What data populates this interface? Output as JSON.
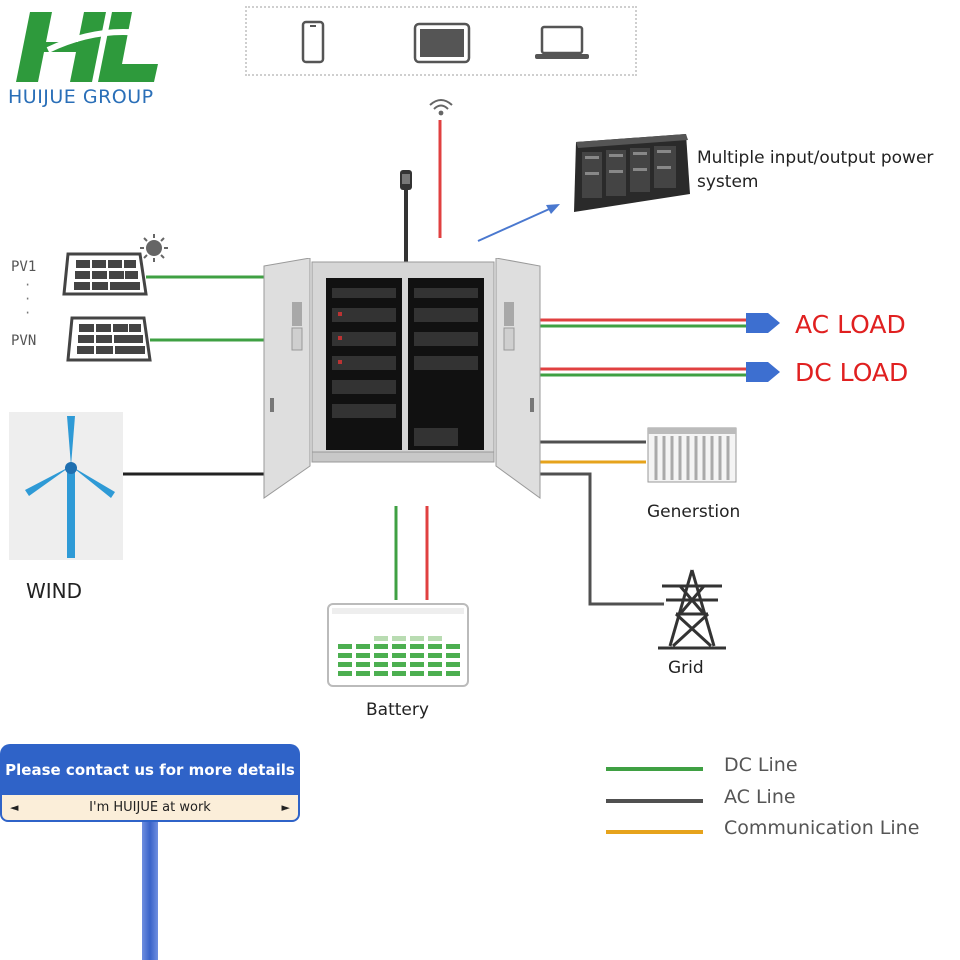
{
  "brand": {
    "company": "HUIJUE GROUP",
    "colors": {
      "green": "#2e9a3c",
      "blue": "#2a6fb8"
    }
  },
  "devices": {
    "icons": [
      "smartphone-icon",
      "tablet-icon",
      "laptop-icon"
    ]
  },
  "power_system_label": "Multiple input/output power system",
  "pv": {
    "first": "PV1",
    "last": "PVN",
    "dots": "·\n·\n·"
  },
  "wind_label": "WIND",
  "loads": {
    "ac": "AC LOAD",
    "dc": "DC LOAD"
  },
  "generation_label": "Generstion",
  "grid_label": "Grid",
  "battery_label": "Battery",
  "legend": [
    {
      "label": "DC Line",
      "color": "#3fa043"
    },
    {
      "label": "AC Line",
      "color": "#505050"
    },
    {
      "label": "Communication Line",
      "color": "#e6a31c"
    }
  ],
  "contact": {
    "title": "Please contact us for more details",
    "ticker": "I'm HUIJUE at work",
    "prev": "◄",
    "next": "►"
  },
  "line_colors": {
    "red": "#e04040",
    "green": "#3fa043",
    "black": "#222222",
    "gray": "#505050",
    "orange": "#e6a31c",
    "blue": "#4a78cf"
  }
}
